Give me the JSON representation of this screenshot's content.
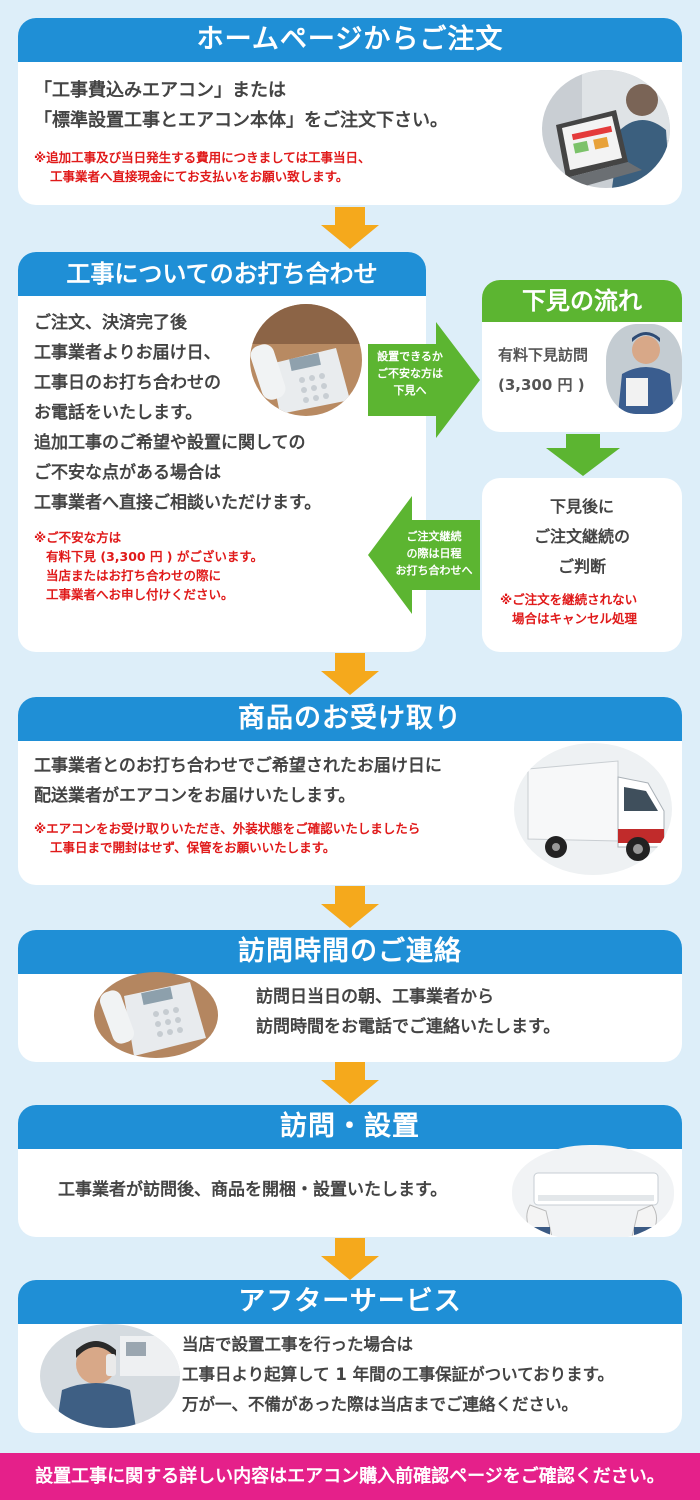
{
  "sec1": {
    "title": "ホームページからご注文",
    "lines": [
      "「工事費込みエアコン」または",
      "「標準設置工事とエアコン本体」をご注文下さい。"
    ],
    "notes": [
      "※追加工事及び当日発生する費用につきましては工事当日、",
      "工事業者へ直接現金にてお支払いをお願い致します。"
    ]
  },
  "sec2": {
    "title": "工事についてのお打ち合わせ",
    "lines": [
      "ご注文、決済完了後",
      "工事業者よりお届け日、",
      "工事日のお打ち合わせの",
      "お電話をいたします。",
      "追加工事のご希望や設置に関しての",
      "ご不安な点がある場合は",
      "工事業者へ直接ご相談いただけます。"
    ],
    "notes": [
      "※ご不安な方は",
      "有料下見 (3,300 円 ) がございます。",
      "当店またはお打ち合わせの際に",
      "工事業者へお申し付けください。"
    ]
  },
  "arrow_right": {
    "lines": [
      "設置できるか",
      "ご不安な方は",
      "下見へ"
    ]
  },
  "arrow_left": {
    "lines": [
      "ご注文継続",
      "の際は日程",
      "お打ち合わせへ"
    ]
  },
  "survey": {
    "title": "下見の流れ",
    "lines": [
      "有料下見訪問",
      "(3,300 円 )"
    ]
  },
  "survey_result": {
    "lines": [
      "下見後に",
      "ご注文継続の",
      "ご判断"
    ],
    "notes": [
      "※ご注文を継続されない",
      "場合はキャンセル処理"
    ]
  },
  "sec3": {
    "title": "商品のお受け取り",
    "lines": [
      "工事業者とのお打ち合わせでご希望されたお届け日に",
      "配送業者がエアコンをお届けいたします。"
    ],
    "notes": [
      "※エアコンをお受け取りいただき、外装状態をご確認いたしましたら",
      "工事日まで開封はせず、保管をお願いいたします。"
    ]
  },
  "sec4": {
    "title": "訪問時間のご連絡",
    "lines": [
      "訪問日当日の朝、工事業者から",
      "訪問時間をお電話でご連絡いたします。"
    ]
  },
  "sec5": {
    "title": "訪問・設置",
    "lines": [
      "工事業者が訪問後、商品を開梱・設置いたします。"
    ]
  },
  "sec6": {
    "title": "アフターサービス",
    "lines": [
      "当店で設置工事を行った場合は",
      "工事日より起算して 1 年間の工事保証がついております。",
      "万が一、不備があった際は当店までご連絡ください。"
    ]
  },
  "footer": "設置工事に関する詳しい内容はエアコン購入前確認ページをご確認ください。",
  "colors": {
    "header": "#1f8fd6",
    "arrow_down": "#f5a91c",
    "arrow_side": "#5cb531",
    "note": "#e01a1a",
    "footer": "#e5208a",
    "background": "#ddeef9"
  }
}
